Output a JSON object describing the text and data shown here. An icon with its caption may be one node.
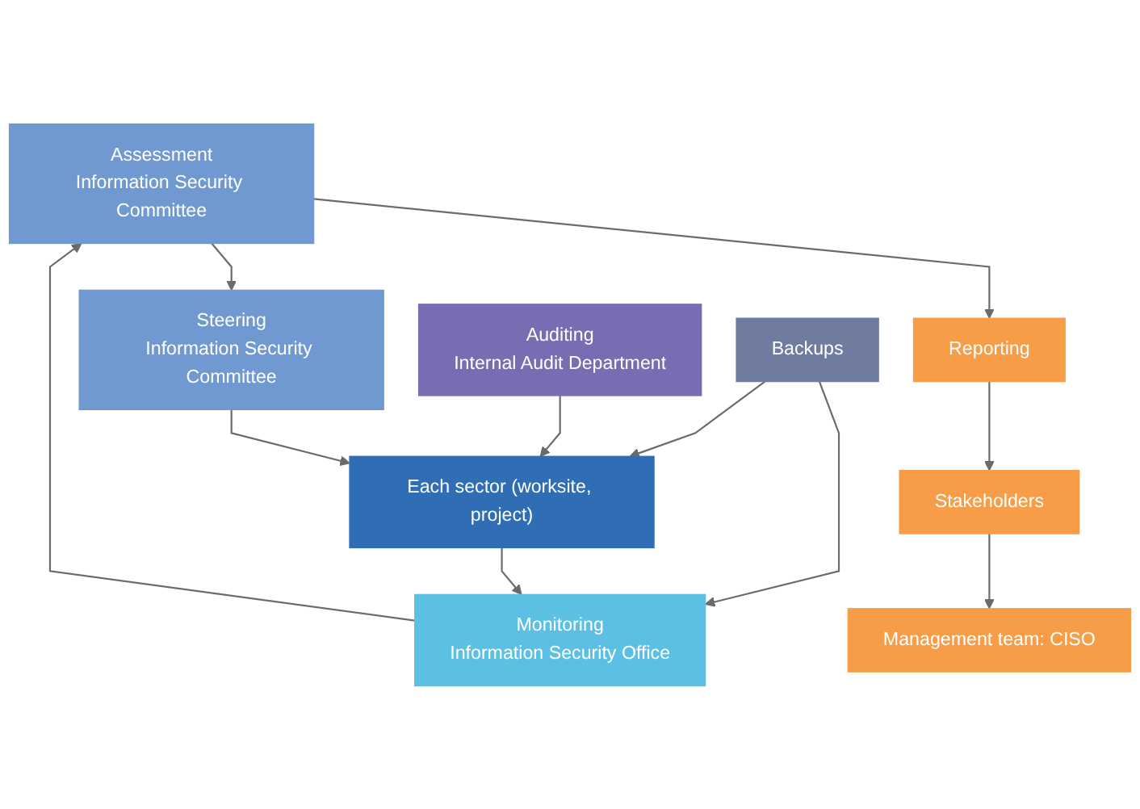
{
  "diagram": {
    "nodes": [
      {
        "text": [
          "Stakeholders"
        ]
      },
      {
        "text": [
          "Management team: CISO"
        ]
      },
      {
        "text": [
          "Reporting"
        ]
      },
      {
        "text": [
          "Assessment",
          "Information Security Committee"
        ]
      },
      {
        "text": [
          "Steering",
          "Information Security Committee"
        ]
      },
      {
        "text": [
          "Monitoring",
          "Information Security Office"
        ]
      },
      {
        "text": [
          "Auditing",
          "Internal Audit Department"
        ]
      },
      {
        "text": [
          "Backups"
        ]
      },
      {
        "text": [
          "Each sector (worksite, project)"
        ]
      }
    ],
    "edges": [
      {
        "from": 0,
        "to": 1,
        "arrow": "to"
      },
      {
        "from": 2,
        "to": 0,
        "arrow": "to"
      },
      {
        "from": 3,
        "to": 2,
        "arrow": "to"
      },
      {
        "from": 3,
        "to": 4,
        "arrow": "to"
      },
      {
        "from": 5,
        "to": 3,
        "arrow": "to"
      },
      {
        "from": 7,
        "to": 5,
        "arrow": "to"
      },
      {
        "from": 8,
        "to": 5,
        "arrow": "to"
      },
      {
        "from": 4,
        "to": 8,
        "arrow": "to"
      },
      {
        "from": 6,
        "to": 8,
        "arrow": "to"
      },
      {
        "from": 7,
        "to": 8,
        "arrow": "to"
      }
    ]
  }
}
